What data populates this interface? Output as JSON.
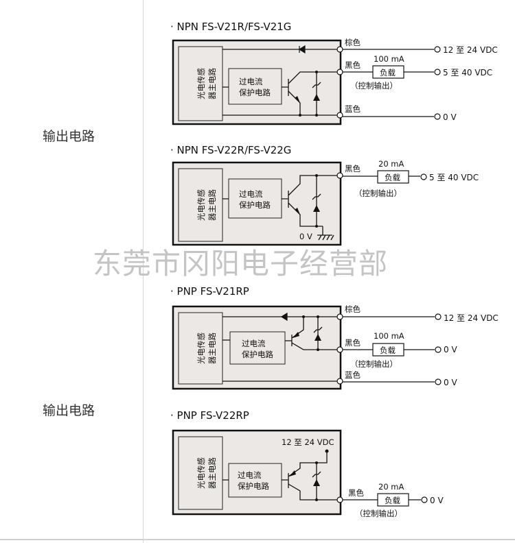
{
  "section_labels": [
    "输出电路",
    "输出电路"
  ],
  "watermark": "东莞市冈阳电子经营部",
  "common": {
    "sensor_main_circuit": [
      "光电传感",
      "器主电路"
    ],
    "protection_circuit": [
      "过电流",
      "保护电路"
    ],
    "load": "负载",
    "control_output": "（控制输出）"
  },
  "diagrams": [
    {
      "title": "· NPN FS-V21R/FS-V21G",
      "wires": [
        "棕色",
        "黑色",
        "蓝色"
      ],
      "current": "100 mA",
      "supplies": [
        "12 至 24 VDC",
        "5 至 40 VDC",
        "0 V"
      ]
    },
    {
      "title": "· NPN FS-V22R/FS-V22G",
      "wires": [
        "黑色"
      ],
      "current": "20 mA",
      "supplies": [
        "5 至 40 VDC"
      ],
      "ground_label": "0 V"
    },
    {
      "title": "· PNP FS-V21RP",
      "wires": [
        "棕色",
        "黑色",
        "蓝色"
      ],
      "current": "100 mA",
      "supplies": [
        "12 至 24 VDC",
        "0 V",
        "0 V"
      ]
    },
    {
      "title": "· PNP FS-V22RP",
      "wires": [
        "黑色"
      ],
      "current": "20 mA",
      "supplies": [
        "0 V"
      ],
      "internal_supply": "12 至 24 VDC"
    }
  ]
}
